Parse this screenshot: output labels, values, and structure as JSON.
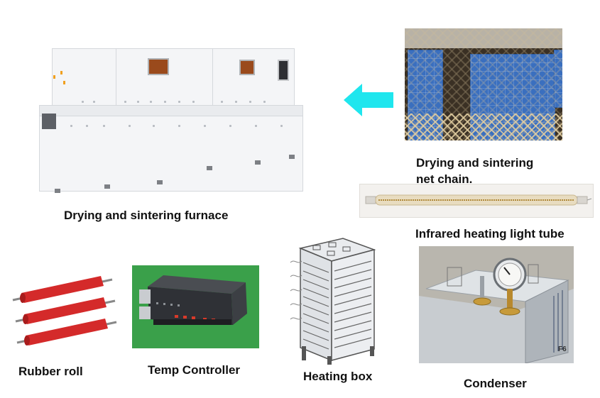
{
  "captions": {
    "furnace": "Drying and sintering furnace",
    "net_chain_line1": "Drying and sintering",
    "net_chain_line2": "net chain.",
    "infrared_tube": "Infrared heating light tube",
    "rubber_roll": "Rubber roll",
    "temp_controller": "Temp Controller",
    "heating_box": "Heating box",
    "condenser": "Condenser"
  },
  "condenser_marking": "F6",
  "colors": {
    "arrow": "#1fe6ee",
    "rubber_roll": "#d42a2a",
    "solar_cell": "#3a6fbf",
    "controller_bg": "#3aa04a",
    "furnace_window": "#9a4a1c"
  },
  "icons": {
    "arrow": "left-arrow-icon"
  }
}
